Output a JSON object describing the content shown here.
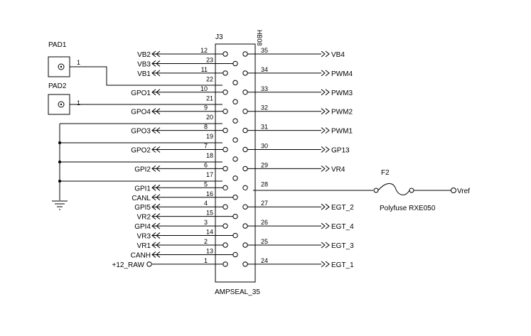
{
  "connector": {
    "refdes": "J3",
    "part": "AMPSEAL_35",
    "vertical_mark": "HB08"
  },
  "pads": [
    {
      "refdes": "PAD1",
      "pin": "1"
    },
    {
      "refdes": "PAD2",
      "pin": "1"
    }
  ],
  "fuse": {
    "refdes": "F2",
    "value": "Polyfuse RXE050",
    "net": "Vref"
  },
  "left_pins": [
    {
      "num": "12",
      "net": "VB2"
    },
    {
      "num": "23",
      "net": "VB3"
    },
    {
      "num": "11",
      "net": "VB1"
    },
    {
      "num": "22",
      "net": ""
    },
    {
      "num": "10",
      "net": "GPO1"
    },
    {
      "num": "21",
      "net": ""
    },
    {
      "num": "9",
      "net": "GPO4"
    },
    {
      "num": "20",
      "net": ""
    },
    {
      "num": "8",
      "net": "GPO3"
    },
    {
      "num": "19",
      "net": ""
    },
    {
      "num": "7",
      "net": "GPO2"
    },
    {
      "num": "18",
      "net": ""
    },
    {
      "num": "6",
      "net": "GPI2"
    },
    {
      "num": "17",
      "net": ""
    },
    {
      "num": "5",
      "net": "GPI1"
    },
    {
      "num": "16",
      "net": "CANL"
    },
    {
      "num": "4",
      "net": "GPI5"
    },
    {
      "num": "15",
      "net": "VR2"
    },
    {
      "num": "3",
      "net": "GPI4"
    },
    {
      "num": "14",
      "net": "VR3"
    },
    {
      "num": "2",
      "net": "VR1"
    },
    {
      "num": "13",
      "net": "CANH"
    },
    {
      "num": "1",
      "net": "+12_RAW"
    }
  ],
  "right_pins": [
    {
      "num": "35",
      "net": "VB4"
    },
    {
      "num": "34",
      "net": "PWM4"
    },
    {
      "num": "33",
      "net": "PWM3"
    },
    {
      "num": "32",
      "net": "PWM2"
    },
    {
      "num": "31",
      "net": "PWM1"
    },
    {
      "num": "30",
      "net": "GP13"
    },
    {
      "num": "29",
      "net": "VR4"
    },
    {
      "num": "28",
      "net": ""
    },
    {
      "num": "27",
      "net": "EGT_2"
    },
    {
      "num": "26",
      "net": "EGT_4"
    },
    {
      "num": "25",
      "net": "EGT_3"
    },
    {
      "num": "24",
      "net": "EGT_1"
    }
  ]
}
